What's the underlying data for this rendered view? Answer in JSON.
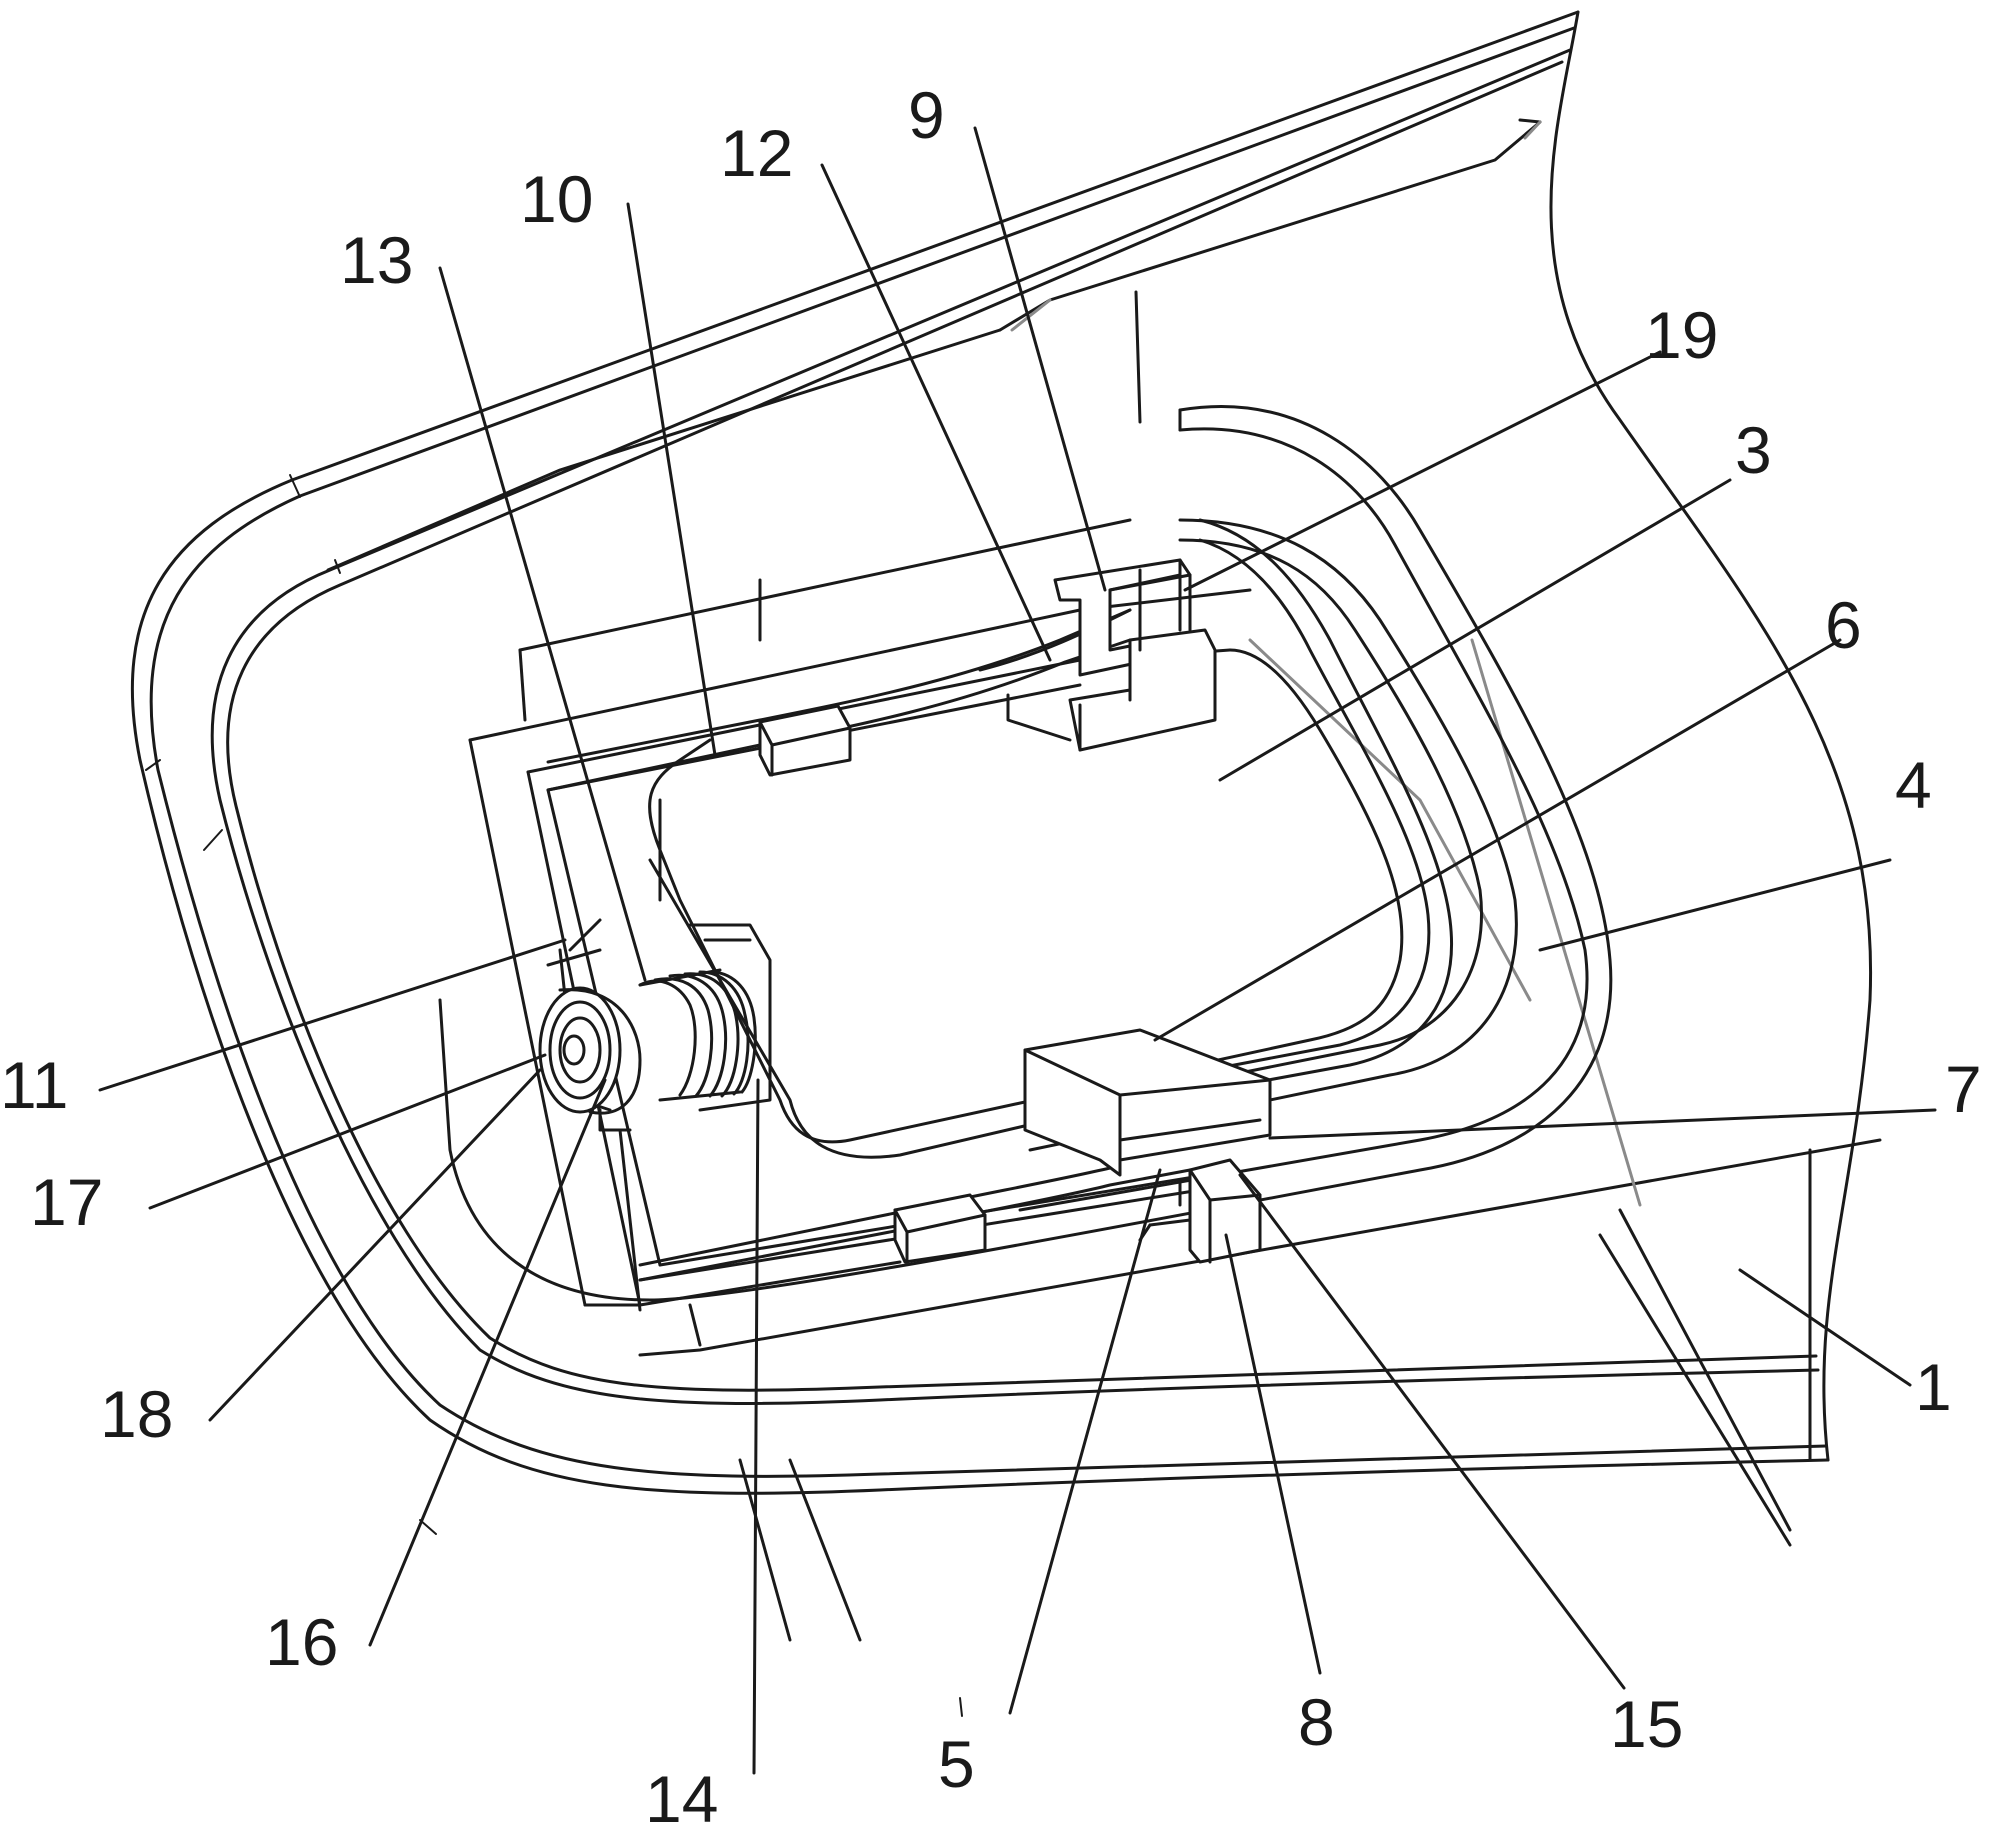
{
  "labels": {
    "l1": "1",
    "l3": "3",
    "l4": "4",
    "l5": "5",
    "l6": "6",
    "l7": "7",
    "l8": "8",
    "l9": "9",
    "l10": "10",
    "l11": "11",
    "l12": "12",
    "l13": "13",
    "l14": "14",
    "l15": "15",
    "l16": "16",
    "l17": "17",
    "l18": "18",
    "l19": "19"
  }
}
